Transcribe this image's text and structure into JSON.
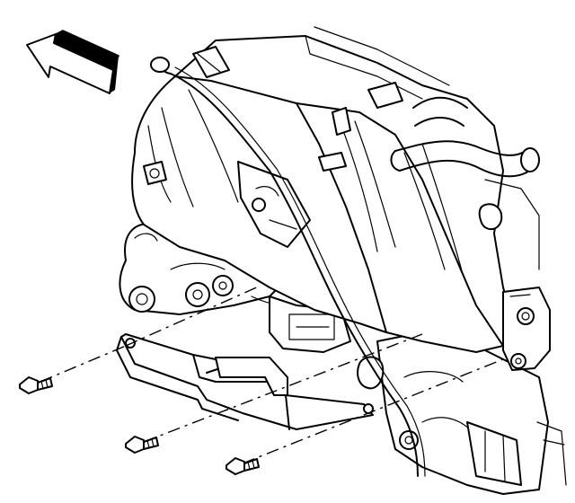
{
  "diagram": {
    "colors": {
      "ink": "#000000",
      "background": "#ffffff"
    },
    "parts": [
      {
        "id": "direction-arrow",
        "icon": "front-direction-arrow-icon"
      },
      {
        "id": "engine-assembly",
        "icon": "engine-block-icon"
      },
      {
        "id": "intake-manifold",
        "icon": "intake-manifold-icon"
      },
      {
        "id": "mounting-bracket",
        "icon": "bracket-icon"
      },
      {
        "id": "hose",
        "icon": "hose-icon"
      },
      {
        "id": "bolt-1",
        "icon": "bolt-icon"
      },
      {
        "id": "bolt-2",
        "icon": "bolt-icon"
      },
      {
        "id": "bolt-3",
        "icon": "bolt-icon"
      }
    ]
  }
}
